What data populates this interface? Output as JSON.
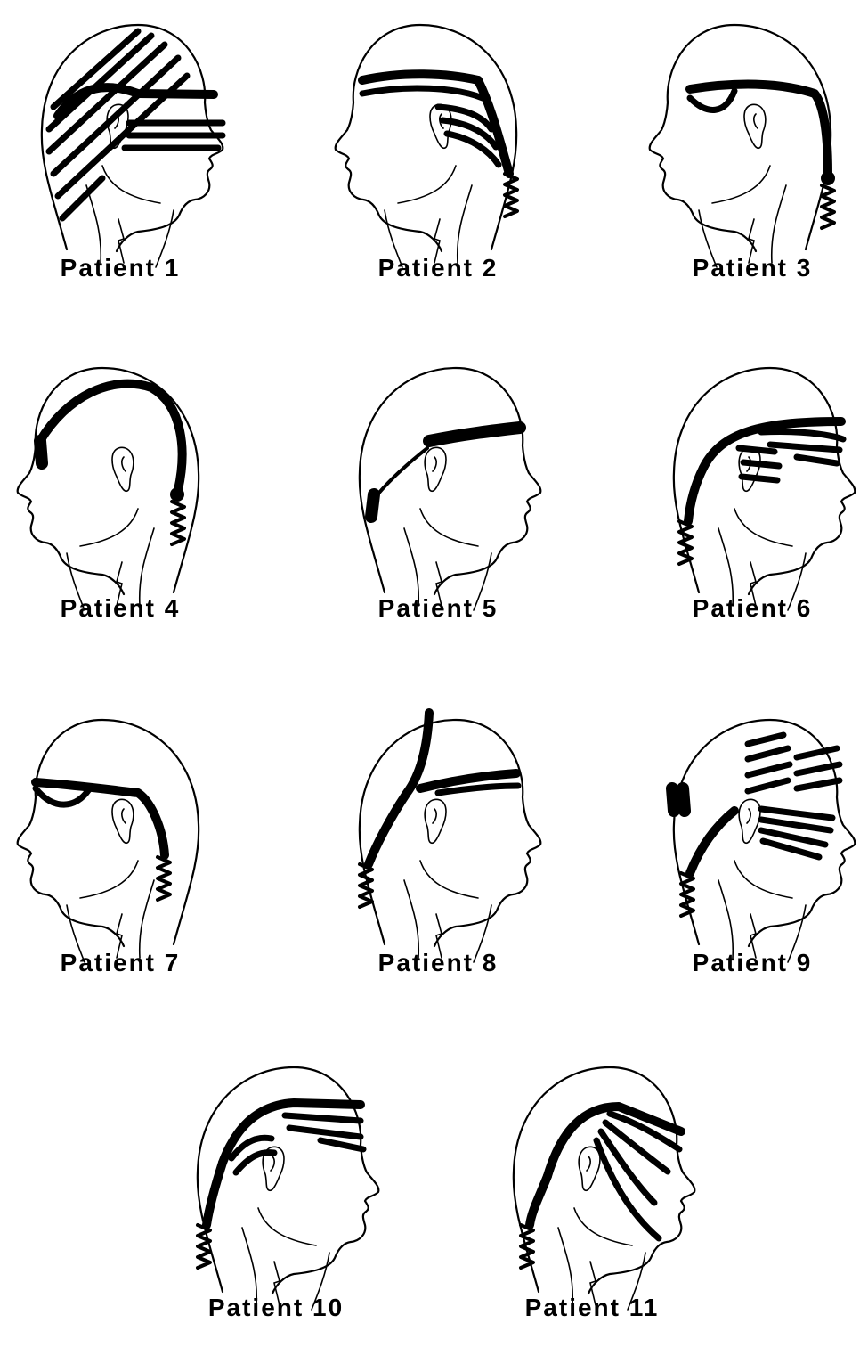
{
  "figure": {
    "panels": [
      {
        "id": 1,
        "label": "Patient 1",
        "facing": "right",
        "pattern": "hatched-hemicranium"
      },
      {
        "id": 2,
        "label": "Patient 2",
        "facing": "left",
        "pattern": "frontal-band-to-neck"
      },
      {
        "id": 3,
        "label": "Patient 3",
        "facing": "left",
        "pattern": "eye-band-to-occiput"
      },
      {
        "id": 4,
        "label": "Patient 4",
        "facing": "left",
        "pattern": "vertex-arc-to-occiput"
      },
      {
        "id": 5,
        "label": "Patient 5",
        "facing": "right",
        "pattern": "frontal-band-to-occiput"
      },
      {
        "id": 6,
        "label": "Patient 6",
        "facing": "right",
        "pattern": "multiple-bands-temporal"
      },
      {
        "id": 7,
        "label": "Patient 7",
        "facing": "left",
        "pattern": "eye-band-to-neck"
      },
      {
        "id": 8,
        "label": "Patient 8",
        "facing": "right",
        "pattern": "vertex-and-frontal-band"
      },
      {
        "id": 9,
        "label": "Patient 9",
        "facing": "right",
        "pattern": "scattered-dashes"
      },
      {
        "id": 10,
        "label": "Patient 10",
        "facing": "right",
        "pattern": "frontal-bands-to-neck"
      },
      {
        "id": 11,
        "label": "Patient 11",
        "facing": "right",
        "pattern": "fanning-bands"
      }
    ]
  }
}
